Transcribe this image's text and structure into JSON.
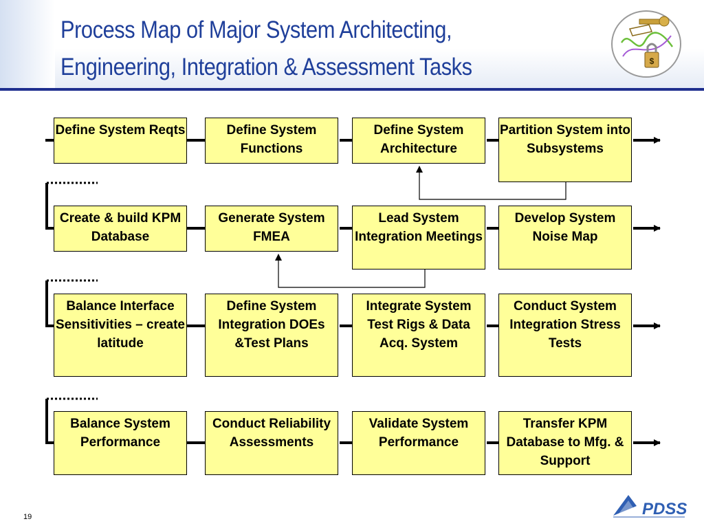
{
  "title": {
    "line1": "Process Map of Major System Architecting,",
    "line2": "Engineering, Integration & Assessment Tasks"
  },
  "rows": [
    [
      "Define System Reqts",
      "Define System Functions",
      "Define System Architecture",
      "Partition System into Subsystems"
    ],
    [
      "Create & build KPM Database",
      "Generate System FMEA",
      "Lead System Integration Meetings",
      "Develop System Noise Map"
    ],
    [
      "Balance Interface Sensitivities – create latitude",
      "Define System Integration DOEs &Test Plans",
      "Integrate System Test Rigs & Data Acq. System",
      "Conduct System Integration Stress Tests"
    ],
    [
      "Balance System Performance",
      "Conduct Reliability Assessments",
      "Validate System Performance",
      "Transfer KPM Database to Mfg. & Support"
    ]
  ],
  "footer": {
    "page_number": "19",
    "logo_text": "PDSS"
  },
  "colors": {
    "title": "#1f3f9a",
    "box_fill": "#ffff99",
    "rule": "#1f2f8f",
    "logo_blue": "#2f5fb3"
  }
}
